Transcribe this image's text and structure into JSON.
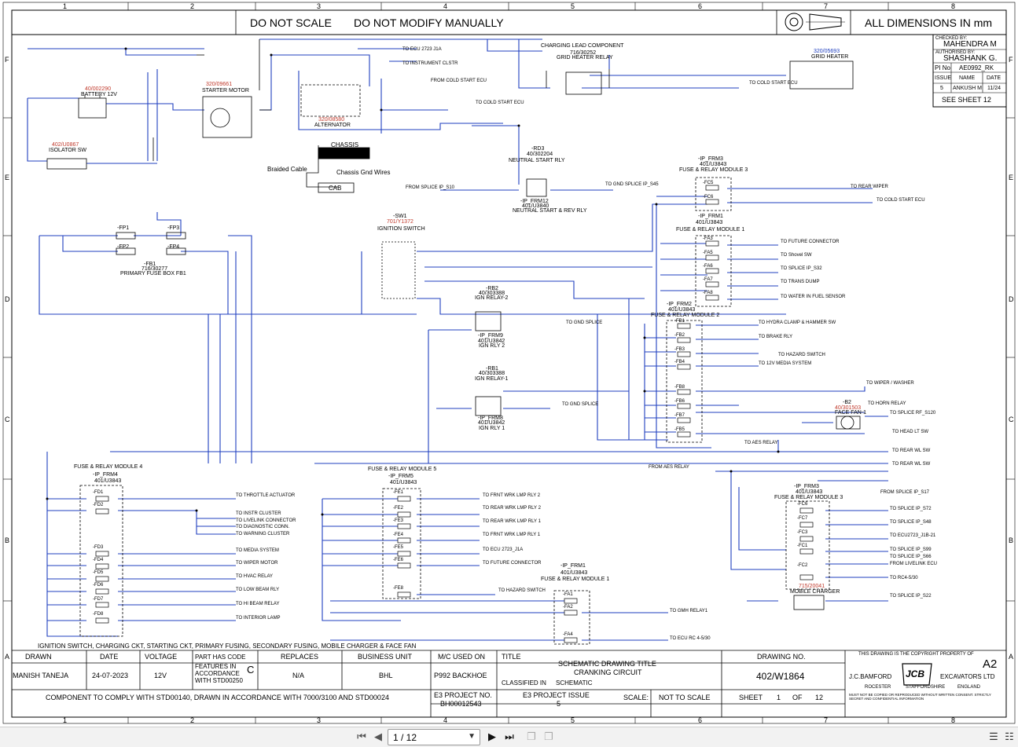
{
  "banner": {
    "do_not_scale": "DO NOT SCALE",
    "do_not_modify": "DO NOT MODIFY MANUALLY",
    "all_dimensions": "ALL DIMENSIONS IN mm"
  },
  "grid": {
    "columns": [
      "1",
      "2",
      "3",
      "4",
      "5",
      "6",
      "7",
      "8"
    ],
    "rows": [
      "F",
      "E",
      "D",
      "C",
      "B",
      "A"
    ]
  },
  "approval": {
    "checked_by_label": "CHECKED BY:",
    "checked_by": "MAHENDRA M",
    "authorised_by_label": "AUTHORISED BY:",
    "authorised_by": "SHASHANK G.",
    "pi_no_label": "PI No",
    "pi_no": "AE0992_RK",
    "issue_label": "ISSUE",
    "name_label": "NAME",
    "date_label": "DATE",
    "issue": "5",
    "name": "ANKUSH M",
    "date": "11/24",
    "see_sheet": "SEE SHEET 12"
  },
  "components": {
    "charging_lead": "CHARGING LEAD COMPONENT",
    "grid_heater_relay_code": "716/30252",
    "grid_heater_relay": "GRID HEATER RELAY",
    "grid_heater_code": "320/05693",
    "grid_heater": "GRID HEATER",
    "battery_code": "40/002290",
    "battery": "BATTERY 12V",
    "starter_code": "320/09661",
    "starter": "STARTER MOTOR",
    "alternator_code": "320/08580",
    "alternator": "ALTERNATOR",
    "isolator_code": "402/U0867",
    "isolator": "ISOLATOR SW",
    "chassis": "CHASSIS",
    "braided": "Braided Cable",
    "chassis_gnd": "Chassis Gnd Wires",
    "cab": "CAB",
    "neutral_code": "40/302204",
    "neutral_rd3": "-RD3",
    "neutral_title": "NEUTRAL START RLY",
    "neutral_frm": "-IP_FRM12",
    "neutral_frm_code": "401/U3840",
    "neutral_sub": "NEUTRAL START & REV RLY",
    "sw1": "-SW1",
    "ign_code": "701/Y1372",
    "ign_switch": "IGNITION SWITCH",
    "fb1": "-FB1",
    "fb1_code": "716/30277",
    "fb1_title": "PRIMARY FUSE BOX FB1",
    "rb2": "-RB2",
    "rb2_code": "40/303388",
    "rb2_title": "IGN RELAY-2",
    "rb2_frm": "-IP_FRM9",
    "rb2_frm_code": "401/U3842",
    "rb2_sub": "IGN RLY 2",
    "rb1": "-RB1",
    "rb1_code": "40/303388",
    "rb1_title": "IGN RELAY-1",
    "rb1_frm": "-IP_FRM8",
    "rb1_frm_code": "401/U3842",
    "rb1_sub": "IGN RLY 1",
    "frm3": "-IP_FRM3",
    "frm3_code": "401/U3843",
    "frm3_title": "FUSE & RELAY MODULE 3",
    "frm1": "-IP_FRM1",
    "frm1_code": "401/U3843",
    "frm1_title": "FUSE & RELAY MODULE 1",
    "frm2": "-IP_FRM2",
    "frm2_code": "401/U3843",
    "frm2_title": "FUSE & RELAY MODULE 2",
    "frm4": "-IP_FRM4",
    "frm4_code": "401/U3843",
    "frm4_title": "FUSE & RELAY MODULE 4",
    "frm5": "-IP_FRM5",
    "frm5_code": "401/U3843",
    "frm5_title": "FUSE & RELAY MODULE 5",
    "frm3b": "-IP_FRM3",
    "frm3b_code": "401/U3843",
    "frm3b_title": "FUSE & RELAY MODULE 3",
    "frm1b": "-IP_FRM1",
    "frm1b_code": "401/U3843",
    "frm1b_title": "FUSE & RELAY MODULE 1",
    "fan_b2": "-B2",
    "fan_code": "40/301503",
    "fan_title": "FACE FAN-1",
    "charger_code": "715/20041",
    "charger_title": "MOBILE CHARGER"
  },
  "fuses": {
    "frm3": [
      "-FC5",
      "-FC6"
    ],
    "frm1": [
      "-FA3",
      "-FA5",
      "-FA6",
      "-FA7",
      "-FA8"
    ],
    "frm2": [
      "-FB1",
      "-FB2",
      "-FB3",
      "-FB4",
      "-FB8",
      "-FB6",
      "-FB7",
      "-FB5"
    ],
    "frm4": [
      "-FD1",
      "-FD2",
      "-FD3",
      "-FD4",
      "-FD5",
      "-FD6",
      "-FD7",
      "-FD8"
    ],
    "frm5": [
      "-FE1",
      "-FE2",
      "-FE3",
      "-FE4",
      "-FE5",
      "-FE6",
      "-FE8"
    ],
    "frm3b": [
      "-FC6",
      "-FC7",
      "-FC3",
      "-FC1",
      "-FC2"
    ],
    "frm1b": [
      "-FA1",
      "-FA2",
      "-FA4"
    ],
    "primary": [
      "-FP1",
      "-FP2",
      "-FP3",
      "-FP4"
    ]
  },
  "destinations": {
    "frm3": [
      "TO REAR WIPER",
      "TO COLD START ECU"
    ],
    "frm1": [
      "TO FUTURE CONNECTOR",
      "TO Shovel SW",
      "TO SPLICE IP_S32",
      "TO TRANS DUMP",
      "TO WATER IN FUEL SENSOR"
    ],
    "frm2": [
      "TO HYDRA CLAMP & HAMMER SW",
      "TO BRAKE RLY",
      "TO HAZARD SWITCH",
      "TO 12V MEDIA SYSTEM",
      "TO WIPER / WASHER",
      "TO HORN RELAY",
      "TO SPLICE RF_S120",
      "TO HEAD LT SW",
      "TO REAR WL SW",
      "TO REAR WL SW"
    ],
    "frm4": [
      "TO THROTTLE ACTUATOR",
      "TO INSTR CLUSTER",
      "TO LIVELINK CONNECTOR",
      "TO DIAGNOSTIC CONN.",
      "TO WARNING CLUSTER",
      "TO MEDIA SYSTEM",
      "TO WIPER MOTOR",
      "TO HVAC RELAY",
      "TO LOW BEAM RLY",
      "TO HI BEAM RELAY",
      "TO INTERIOR LAMP"
    ],
    "frm5": [
      "TO FRNT WRK LMP RLY 2",
      "TO REAR WRK LMP RLY 2",
      "TO REAR WRK LMP RLY 1",
      "TO FRNT WRK LMP RLY 1",
      "TO ECU 2723_J1A",
      "TO FUTURE CONNECTOR",
      "TO HAZARD SWITCH"
    ],
    "frm3b": [
      "TO SPLICE IP_S72",
      "TO SPLICE IP_S48",
      "TO ECU2723_J1B-21",
      "TO SPLICE IP_S99",
      "TO SPLICE IP_S66",
      "FROM LIVELINK ECU",
      "TO RC4-5/30"
    ],
    "frm1b": [
      "TO GMH RELAY1",
      "TO ECU RC 4-5/30"
    ],
    "misc": [
      "TO ECU 2723 J1A",
      "TO INSTRUMENT CLSTR",
      "FROM COLD START ECU",
      "TO COLD START ECU",
      "TO COLD START ECU",
      "TO GND SPLICE",
      "TO GND SPLICE",
      "FROM SPLICE IP_S10",
      "TO GND SPLICE IP_S45",
      "TO AES RELAY",
      "FROM AES RELAY",
      "FROM SPLICE IP_S17",
      "TO SPLICE IP_S22"
    ]
  },
  "footer": {
    "circuit_note": "IGNITION SWITCH, CHARGING CKT, STARTING CKT, PRIMARY FUSING, SECONDARY FUSING, MOBILE CHARGER & FACE FAN",
    "drawn_label": "DRAWN",
    "drawn": "MANISH TANEJA",
    "date_label": "DATE",
    "date": "24-07-2023",
    "voltage_label": "VOLTAGE",
    "voltage": "12V",
    "part_code_label": "PART HAS CODE",
    "part_code_text": "FEATURES IN ACCORDANCE WITH STD00250",
    "part_code_letter": "C",
    "replaces_label": "REPLACES",
    "replaces": "N/A",
    "business_unit_label": "BUSINESS UNIT",
    "business_unit": "BHL",
    "mc_used_label": "M/C USED ON",
    "mc_used": "P992 BACKHOE",
    "title_label": "TITLE",
    "drawing_title_1": "SCHEMATIC DRAWING TITLE",
    "drawing_title_2": "CRANKING CIRCUIT",
    "classified_label": "CLASSIFIED IN",
    "classified": "SCHEMATIC",
    "drawing_no_label": "DRAWING NO.",
    "drawing_no": "402/W1864",
    "copyright": "THIS DRAWING IS THE COPYRIGHT PROPERTY OF",
    "size": "A2",
    "company_1": "J.C.BAMFORD",
    "company_2": "EXCAVATORS LTD",
    "logo_text": "JCB",
    "town_1": "ROCESTER",
    "town_2": "STAFFORDSHIRE",
    "town_3": "ENGLAND",
    "no_copy": "MUST NOT BE COPIED OR REPRODUCED WITHOUT WRITTEN CONSENT. STRICTLY SECRET AND CONFIDENTIAL INFORMATION",
    "comply": "COMPONENT TO COMPLY WITH STD00140, DRAWN IN ACCORDANCE WITH 7000/3100 AND STD00024",
    "e3_project_label": "E3 PROJECT NO.",
    "e3_project": "BH00012543",
    "e3_issue_label": "E3 PROJECT ISSUE",
    "e3_issue": "5",
    "scale_label": "SCALE:",
    "scale": "NOT TO SCALE",
    "sheet_label": "SHEET",
    "sheet": "1",
    "of_label": "OF",
    "sheet_total": "12"
  },
  "viewer": {
    "page_display": "1 / 12"
  },
  "colors": {
    "wire": "#1f3fbf",
    "wire_dark": "#0d1e8a",
    "line": "#000000",
    "code_red": "#c0392b",
    "ref_green": "#1a8c1a"
  }
}
